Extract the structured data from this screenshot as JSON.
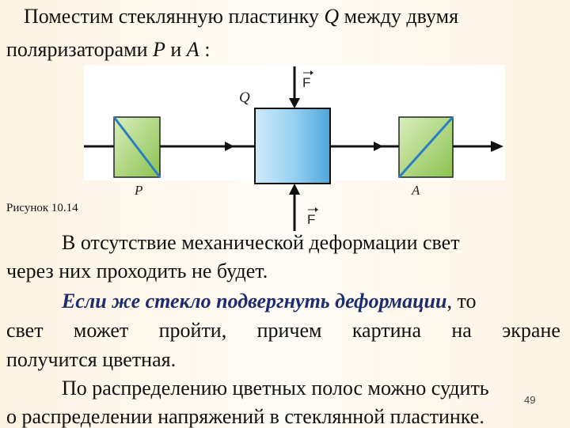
{
  "title": {
    "line1_pre": "Поместим стеклянную пластинку ",
    "line1_var": "Q",
    "line1_post": " между двумя",
    "line2_pre": "поляризаторами ",
    "line2_var1": "P",
    "line2_mid": " и ",
    "line2_var2": "A",
    "line2_post": " :"
  },
  "figure": {
    "label_q": "Q",
    "label_p": "P",
    "label_a": "A",
    "force_top": "F",
    "force_bottom": "F",
    "caption": "Рисунок 10.14",
    "colors": {
      "polarizer_fill": "#a6d36f",
      "glass_fill": "#86c4ec",
      "line": "#111111",
      "polarizer_axis": "#2a7fc4"
    }
  },
  "body": {
    "p1_line1": "В отсутствие механической деформации свет",
    "p1_line2": "через них проходить не будет.",
    "p2_emph": "Если же стекло подвергнуть деформации",
    "p2_tail": ", то",
    "p2_line2_words": [
      "свет",
      "может",
      "пройти,",
      "причем",
      "картина",
      "на",
      "экране"
    ],
    "p2_line3": "получится цветная.",
    "p3_line1": "По распределению цветных полос можно судить",
    "p3_line2": "о распределении напряжений в стеклянной пластинке."
  },
  "page_number": "49"
}
